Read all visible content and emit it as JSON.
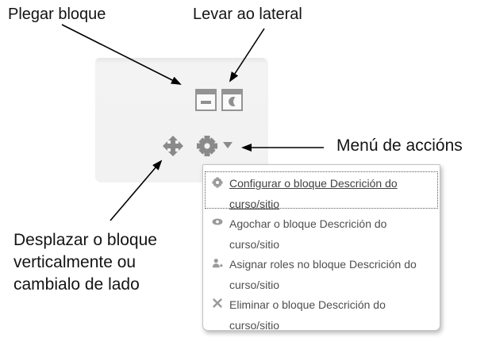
{
  "annotations": {
    "plegar_label": "Plegar bloque",
    "levar_label": "Levar ao lateral",
    "menu_label": "Menú de accións",
    "desplazar": {
      "lines": [
        "Desplazar o bloque",
        "verticalmente ou",
        "cambialo de lado"
      ]
    }
  },
  "block": {
    "icons": {
      "collapse": "collapse-block-window-icon",
      "dock": "dock-block-window-icon",
      "move": "move-block-icon",
      "actions": "gear-icon",
      "caret": "caret-down-icon"
    }
  },
  "action_menu": {
    "items": [
      {
        "label": "Configurar o bloque Descrición do curso/sitio",
        "icon": "gear-icon",
        "state": "focused"
      },
      {
        "label": "Agochar o bloque Descrición do curso/sitio",
        "icon": "eye-icon",
        "state": "normal"
      },
      {
        "label": "Asignar roles no bloque Descrición do curso/sitio",
        "icon": "user-add-icon",
        "state": "normal"
      },
      {
        "label": "Eliminar o bloque Descrición do curso/sitio",
        "icon": "delete-icon",
        "state": "normal"
      }
    ]
  },
  "colors": {
    "block_bg": "#f2f2f2",
    "icon_gray": "#8f8f8f",
    "menu_border": "#c2c2c2",
    "menu_text": "#4f4f4f",
    "annotation_text": "#141414"
  }
}
